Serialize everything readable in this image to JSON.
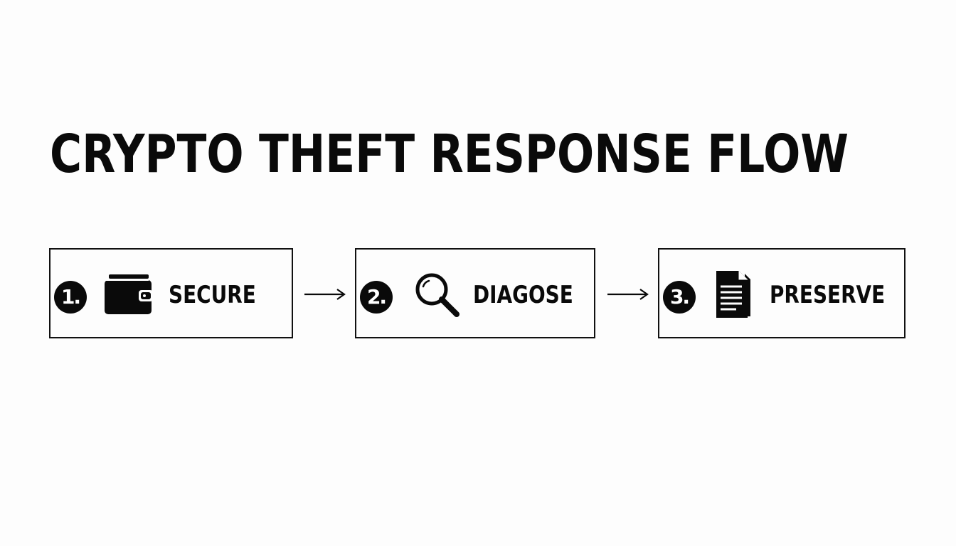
{
  "title": "CRYPTO THEFT RESPONSE FLOW",
  "steps": [
    {
      "number": "1.",
      "label": "SECURE",
      "icon": "wallet-icon"
    },
    {
      "number": "2.",
      "label": "DIAGOSE",
      "icon": "magnifying-glass-icon"
    },
    {
      "number": "3.",
      "label": "PRESERVE",
      "icon": "document-icon"
    }
  ],
  "arrows": [
    "right-arrow-icon",
    "right-arrow-icon"
  ],
  "colors": {
    "background": "#fdfdfd",
    "foreground": "#0a0a0a"
  }
}
